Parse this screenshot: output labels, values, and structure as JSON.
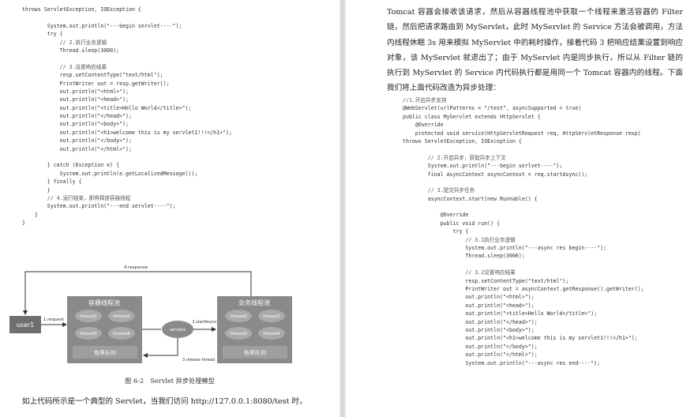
{
  "left_page": {
    "code_lines": [
      "throws ServletException, IOException {",
      "",
      "        System.out.println(\"---begin servlet----\");",
      "        try {",
      "            // 2.执行业务逻辑",
      "            Thread.sleep(3000);",
      "",
      "            // 3.设置响应结果",
      "            resp.setContentType(\"text/html\");",
      "            PrintWriter out = resp.getWriter();",
      "            out.println(\"<html>\");",
      "            out.println(\"<head>\");",
      "            out.println(\"<title>Hello World</title>\");",
      "            out.println(\"</head>\");",
      "            out.println(\"<body>\");",
      "            out.println(\"<h1>welcome this is my servlet1!!!</h1>\");",
      "            out.println(\"</body>\");",
      "            out.println(\"</html>\");",
      "",
      "        } catch (Exception e) {",
      "            System.out.println(e.getLocalizedMessage());",
      "        } finally {",
      "        }",
      "        // 4.运行结束，即将释放容器线程",
      "        System.out.println(\"---end servlet----\");",
      "    }",
      "}"
    ],
    "figure": {
      "response_label": "4.response",
      "user_label": "user1",
      "request_label": "1.request",
      "container_pool_title": "容器线程池",
      "container_threads": [
        "thread1",
        "thread2",
        "thread3",
        "thread4"
      ],
      "container_queue": "有界队列",
      "servlet_label": "servlet1",
      "start_async_label": "2.startAsync",
      "release_label": "3.release thread",
      "business_pool_title": "业务线程池",
      "business_threads": [
        "thread1",
        "thread2",
        "thread3",
        "thread4"
      ],
      "business_queue": "有界队列",
      "colors": {
        "pool_bg": "#8a8a8a",
        "thread_bg": "#aaaaaa",
        "queue_bg": "#9e9e9e",
        "user_bg": "#6f6f6f",
        "line": "#333333"
      }
    },
    "caption": "图 6-2　Servlet 异步处理模型",
    "bottom_text": "如上代码所示是一个典型的 Servlet，当我们访问 http://127.0.0.1:8080/test 时，"
  },
  "right_page": {
    "paragraph": "Tomcat 容器会接收该请求，然后从容器线程池中获取一个线程来激活容器的 Filter 链，然后把请求路由到 MyServlet，此时 MyServlet 的 Service 方法会被调用，方法内线程休眠 3s 用来模拟 MyServlet 中的耗时操作，接着代码 3 把响应结果设置到响应对象，该 MyServlet 就退出了；由于 MyServlet 内是同步执行，所以从 Filter 链的执行到 MyServlet 的 Service 内代码执行都是用同一个 Tomcat 容器内的线程。下面我们将上面代码改造为异步处理：",
    "code_lines": [
      "//1.开启异步支持",
      "@WebServlet(urlPatterns = \"/test\", asyncSupported = true)",
      "public class MyServlet extends HttpServlet {",
      "    @Override",
      "    protected void service(HttpServletRequest req, HttpServletResponse resp)",
      "throws ServletException, IOException {",
      "",
      "        // 2.开启异步，获取异步上下文",
      "        System.out.println(\"---begin serlvet----\");",
      "        final AsyncContext asyncContext = req.startAsync();",
      "",
      "        // 3.提交异步任务",
      "        asyncContext.start(new Runnable() {",
      "",
      "            @Override",
      "            public void run() {",
      "                try {",
      "                    // 3.1执行业务逻辑",
      "                    System.out.println(\"---async res begin----\");",
      "                    Thread.sleep(3000);",
      "",
      "                    // 3.2设置响应结果",
      "                    resp.setContentType(\"text/html\");",
      "                    PrintWriter out = asyncContext.getResponse().getWriter();",
      "                    out.println(\"<html>\");",
      "                    out.println(\"<head>\");",
      "                    out.println(\"<title>Hello World</title>\");",
      "                    out.println(\"</head>\");",
      "                    out.println(\"<body>\");",
      "                    out.println(\"<h1>welcome this is my servlet1!!!</h1>\");",
      "                    out.println(\"</body>\");",
      "                    out.println(\"</html>\");",
      "                    System.out.println(\"---async res end----\");"
    ]
  }
}
